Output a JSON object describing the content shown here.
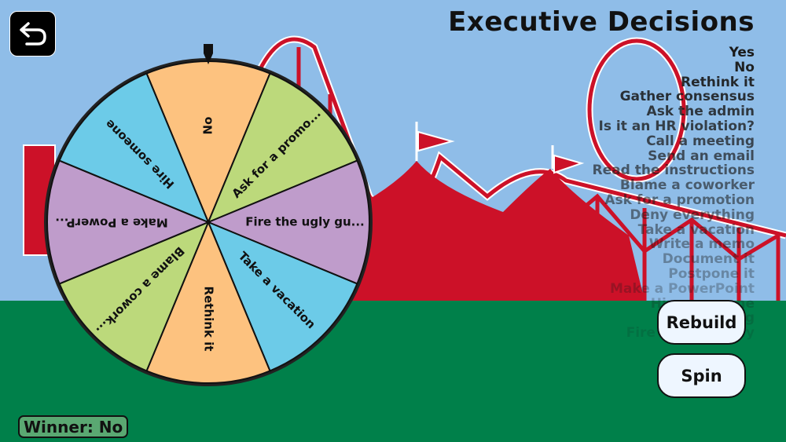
{
  "header": {
    "title": "Executive Decisions",
    "back_icon": "undo-arrow-icon"
  },
  "options": [
    "Yes",
    "No",
    "Rethink it",
    "Gather consensus",
    "Ask the admin",
    "Is it an HR violation?",
    "Call a meeting",
    "Send an email",
    "Read the instructions",
    "Blame a coworker",
    "Ask for a promotion",
    "Deny everything",
    "Take a vacation",
    "Write a memo",
    "Document it",
    "Postpone it",
    "Make a PowerPoint",
    "Hire someone",
    "Do nothing",
    "Fire the ugly guy"
  ],
  "wheel": {
    "segments": [
      {
        "label": "No",
        "color": "#fdc27f"
      },
      {
        "label": "Ask for a promo...",
        "color": "#bcd97b"
      },
      {
        "label": "Fire the ugly gu...",
        "color": "#bf9ccb"
      },
      {
        "label": "Take a vacation",
        "color": "#6ccbe8"
      },
      {
        "label": "Rethink it",
        "color": "#fdc27f"
      },
      {
        "label": "Blame a cowork...",
        "color": "#bcd97b"
      },
      {
        "label": "Make a PowerP...",
        "color": "#bf9ccb"
      },
      {
        "label": "Hire someone",
        "color": "#6ccbe8"
      }
    ]
  },
  "buttons": {
    "rebuild": "Rebuild",
    "spin": "Spin"
  },
  "status": {
    "winner": "Winner: No"
  },
  "colors": {
    "sky": "#8fbde8",
    "ground": "#00804a",
    "coaster": "#cc1128"
  }
}
